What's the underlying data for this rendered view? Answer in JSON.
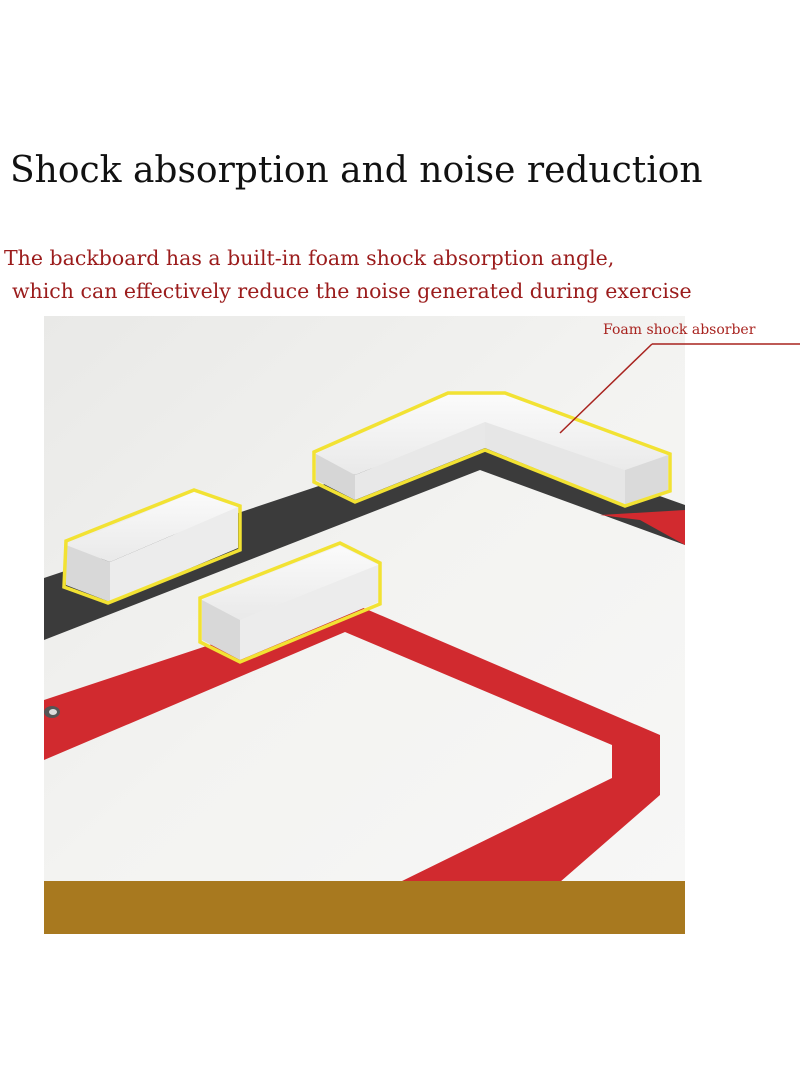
{
  "heading": "Shock absorption and noise reduction",
  "description": {
    "line1": "The backboard has a built-in foam shock absorption angle,",
    "line2": "which can effectively reduce the noise generated during exercise"
  },
  "callout": "Foam shock absorber",
  "colors": {
    "heading": "#111111",
    "description": "#9b1c1c",
    "callout": "#a8231f",
    "board": "#f1f1ef",
    "frame_red": "#d0282e",
    "frame_dark": "#3a3a3a",
    "foam": "#f3f3f3",
    "highlight": "#f2e233",
    "base": "#a8791f"
  }
}
